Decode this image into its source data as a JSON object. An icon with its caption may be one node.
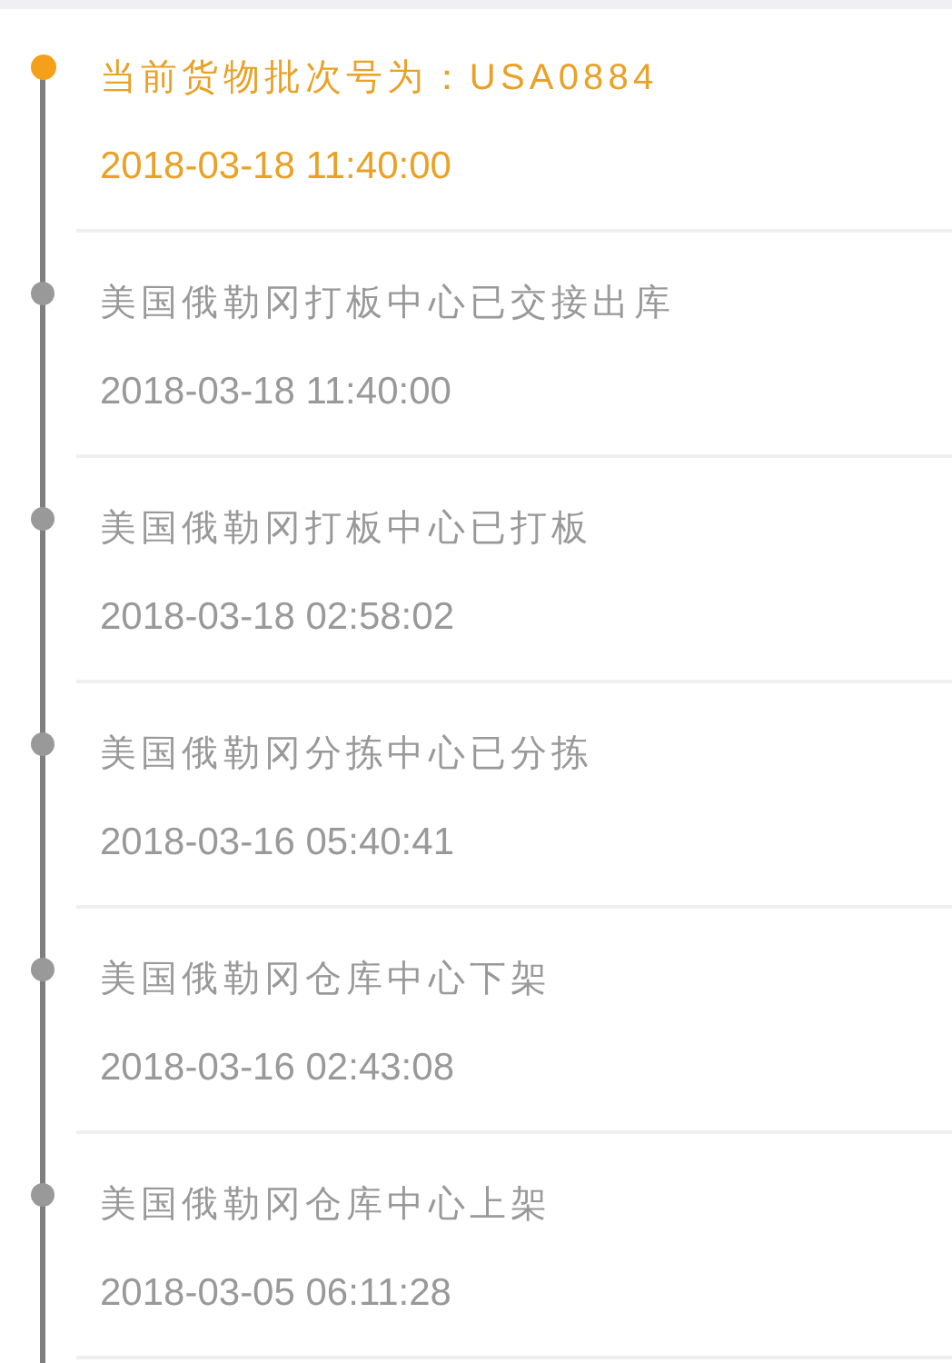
{
  "diagram": {
    "labels": [
      "当前货物批次号为：USA0884",
      "2018-03-18 11:40:00",
      "美国俄勒冈打板中心已交接出库",
      "2018-03-18 11:40:00",
      "美国俄勒冈打板中心已打板",
      "2018-03-18 02:58:02",
      "美国俄勒冈分拣中心已分拣",
      "2018-03-16 05:40:41",
      "美国俄勒冈仓库中心下架",
      "2018-03-16 02:43:08",
      "美国俄勒冈仓库中心上架",
      "2018-03-05 06:11:28"
    ]
  }
}
